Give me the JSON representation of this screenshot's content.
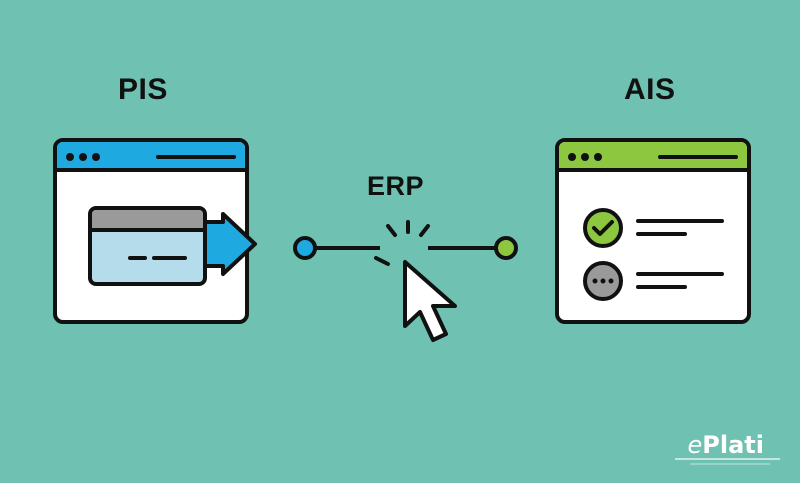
{
  "labels": {
    "left": "PIS",
    "right": "AIS",
    "center": "ERP"
  },
  "logo": {
    "prefix": "e",
    "name": "Plati"
  },
  "icons": {
    "left_window": "payment-card-transfer-icon",
    "right_window": "status-list-icon",
    "cursor": "click-cursor-icon"
  },
  "colors": {
    "background": "#6fc2b1",
    "pis_header": "#1fa9e1",
    "ais_header": "#8dc63f",
    "card_body": "#b4dcea",
    "card_stripe": "#9a9a9a",
    "check_fill": "#8dc63f",
    "pending_fill": "#9a9a9a",
    "outline": "#111111"
  }
}
